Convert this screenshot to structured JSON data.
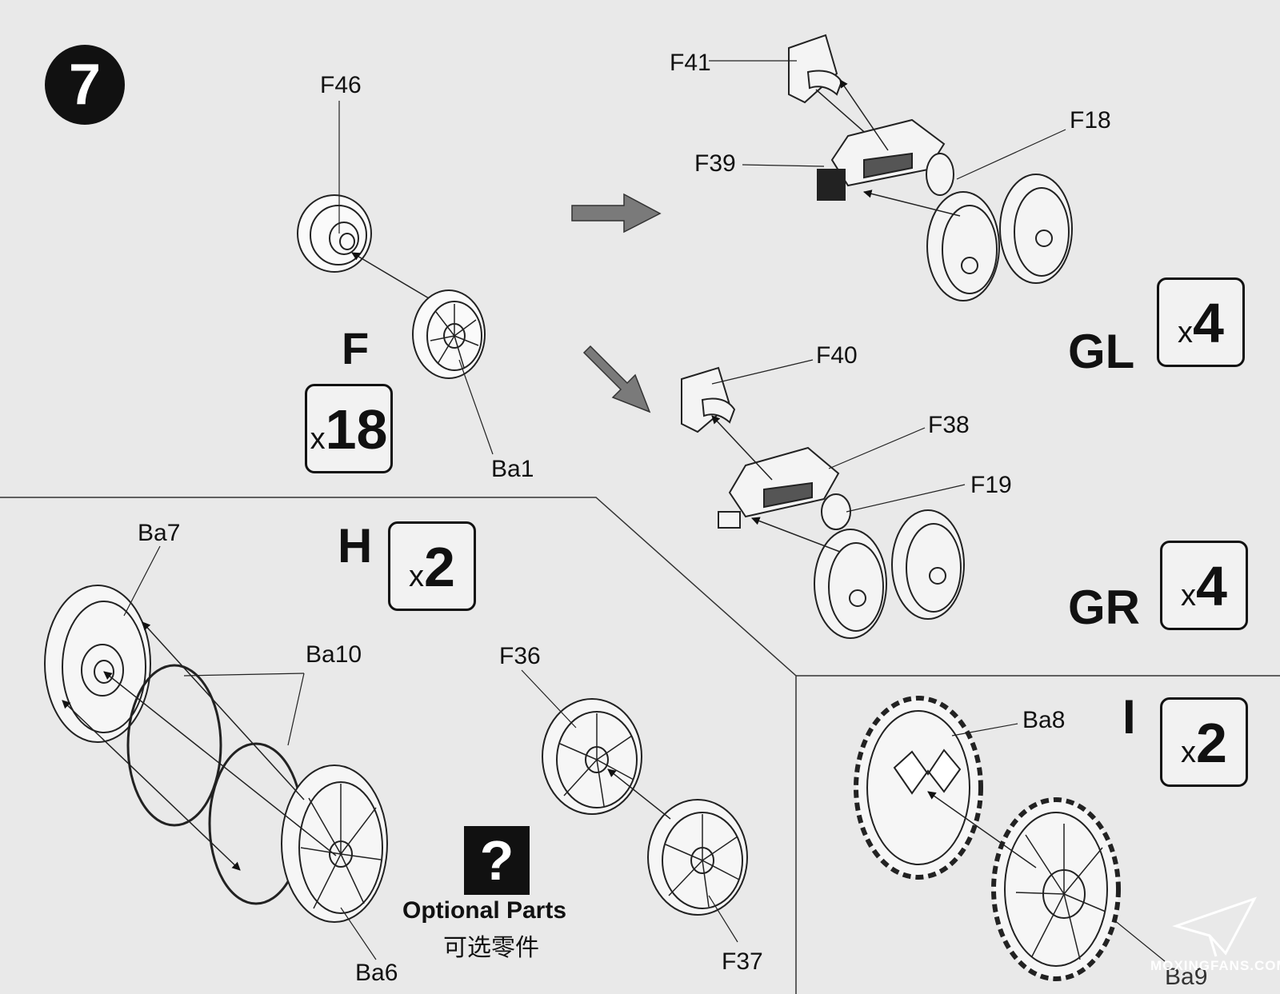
{
  "step": {
    "number": "7"
  },
  "parts": {
    "f46": "F46",
    "ba1": "Ba1",
    "f41": "F41",
    "f39": "F39",
    "f18": "F18",
    "f40": "F40",
    "f38": "F38",
    "f19": "F19",
    "ba7": "Ba7",
    "ba10": "Ba10",
    "ba6": "Ba6",
    "f36": "F36",
    "f37": "F37",
    "ba8": "Ba8",
    "ba9": "Ba9"
  },
  "assemblies": {
    "f": {
      "letter": "F",
      "qty": "18",
      "x": "x"
    },
    "gl": {
      "letter": "GL",
      "qty": "4",
      "x": "x"
    },
    "gr": {
      "letter": "GR",
      "qty": "4",
      "x": "x"
    },
    "h": {
      "letter": "H",
      "qty": "2",
      "x": "x"
    },
    "i": {
      "letter": "I",
      "qty": "2",
      "x": "x"
    }
  },
  "optional": {
    "icon": "?",
    "label_en": "Optional Parts",
    "label_cn": "可选零件"
  },
  "watermark": "MOXINGFANS.COM",
  "icons": [
    "step-number-icon",
    "wheel-icon",
    "arrow-icon",
    "optional-part-icon",
    "watermark-logo-icon"
  ]
}
